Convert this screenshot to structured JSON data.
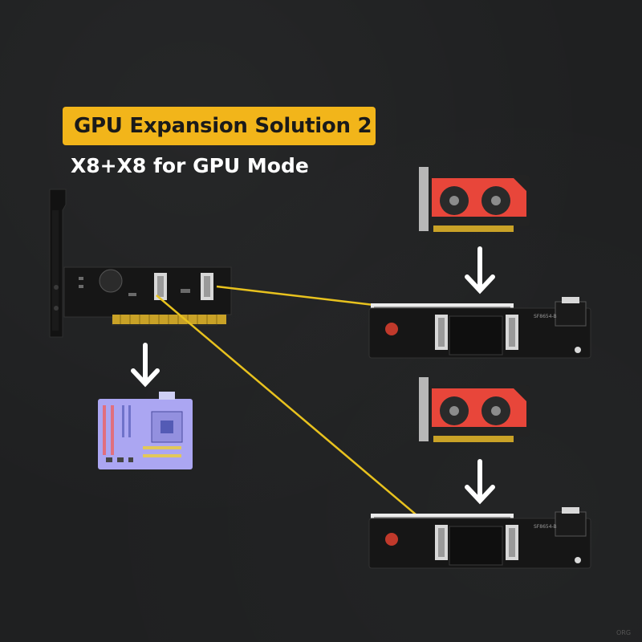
{
  "header": {
    "title": "GPU Expansion Solution 2",
    "subtitle": "X8+X8 for GPU Mode"
  },
  "colors": {
    "title_badge": "#f2b51a",
    "background": "#1f2021",
    "connection_cable": "#e8c21e",
    "pcb": "#2a2a2c",
    "gpu_shroud": "#e8463a",
    "motherboard": "#a9a4f0",
    "arrow": "#ffffff"
  },
  "icons": [
    "arrow-down-icon",
    "gpu-card-icon",
    "motherboard-icon",
    "riser-board-icon",
    "pcie-adapter-card-icon"
  ],
  "labels": {
    "board_marking": "SF8654-B"
  },
  "watermark": "ORG"
}
